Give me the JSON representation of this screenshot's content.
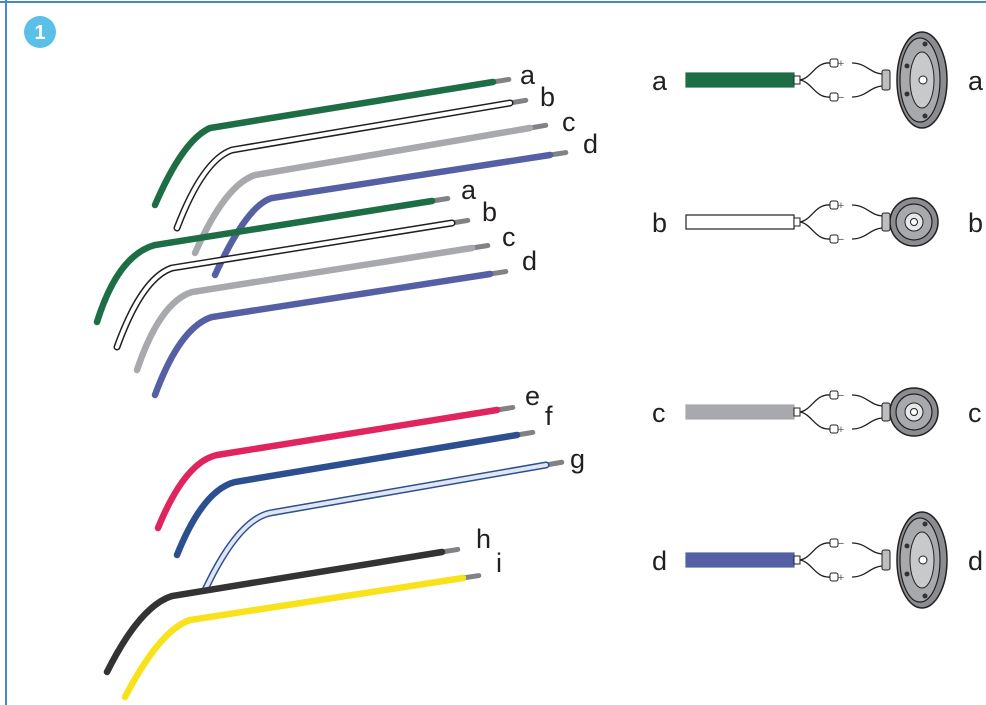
{
  "step": {
    "number": "1",
    "color": "#5bc0e8"
  },
  "wire_groups": [
    {
      "id": "upper-harness-a",
      "wires": [
        {
          "label": "a",
          "color": "#1e6e45"
        },
        {
          "label": "b",
          "color": "#ffffff"
        },
        {
          "label": "c",
          "color": "#a7a9ac"
        },
        {
          "label": "d",
          "color": "#5560a4"
        }
      ]
    },
    {
      "id": "upper-harness-b",
      "wires": [
        {
          "label": "a",
          "color": "#1e6e45"
        },
        {
          "label": "b",
          "color": "#ffffff"
        },
        {
          "label": "c",
          "color": "#a7a9ac"
        },
        {
          "label": "d",
          "color": "#5560a4"
        }
      ]
    },
    {
      "id": "lower-harness",
      "wires": [
        {
          "label": "e",
          "color": "#e0245e"
        },
        {
          "label": "f",
          "color": "#2c4f8f"
        },
        {
          "label": "g",
          "color": "#dfe6f2"
        },
        {
          "label": "h",
          "color": "#333333"
        },
        {
          "label": "i",
          "color": "#f7e21b"
        }
      ]
    }
  ],
  "speaker_connections": [
    {
      "label": "a",
      "wire_color": "#1e6e45",
      "speaker": "oval-woofer",
      "polarity_top": "+",
      "polarity_bottom": "−"
    },
    {
      "label": "b",
      "wire_color": "#ffffff",
      "speaker": "round-tweeter",
      "polarity_top": "+",
      "polarity_bottom": "−"
    },
    {
      "label": "c",
      "wire_color": "#a7a9ac",
      "speaker": "round-tweeter",
      "polarity_top": "−",
      "polarity_bottom": "+"
    },
    {
      "label": "d",
      "wire_color": "#5560a4",
      "speaker": "oval-woofer",
      "polarity_top": "−",
      "polarity_bottom": "+"
    }
  ],
  "colors": {
    "frame": "#4a86c8",
    "tip": "#808285",
    "outline": "#231f20",
    "speaker_body": "#a7a9ac"
  }
}
